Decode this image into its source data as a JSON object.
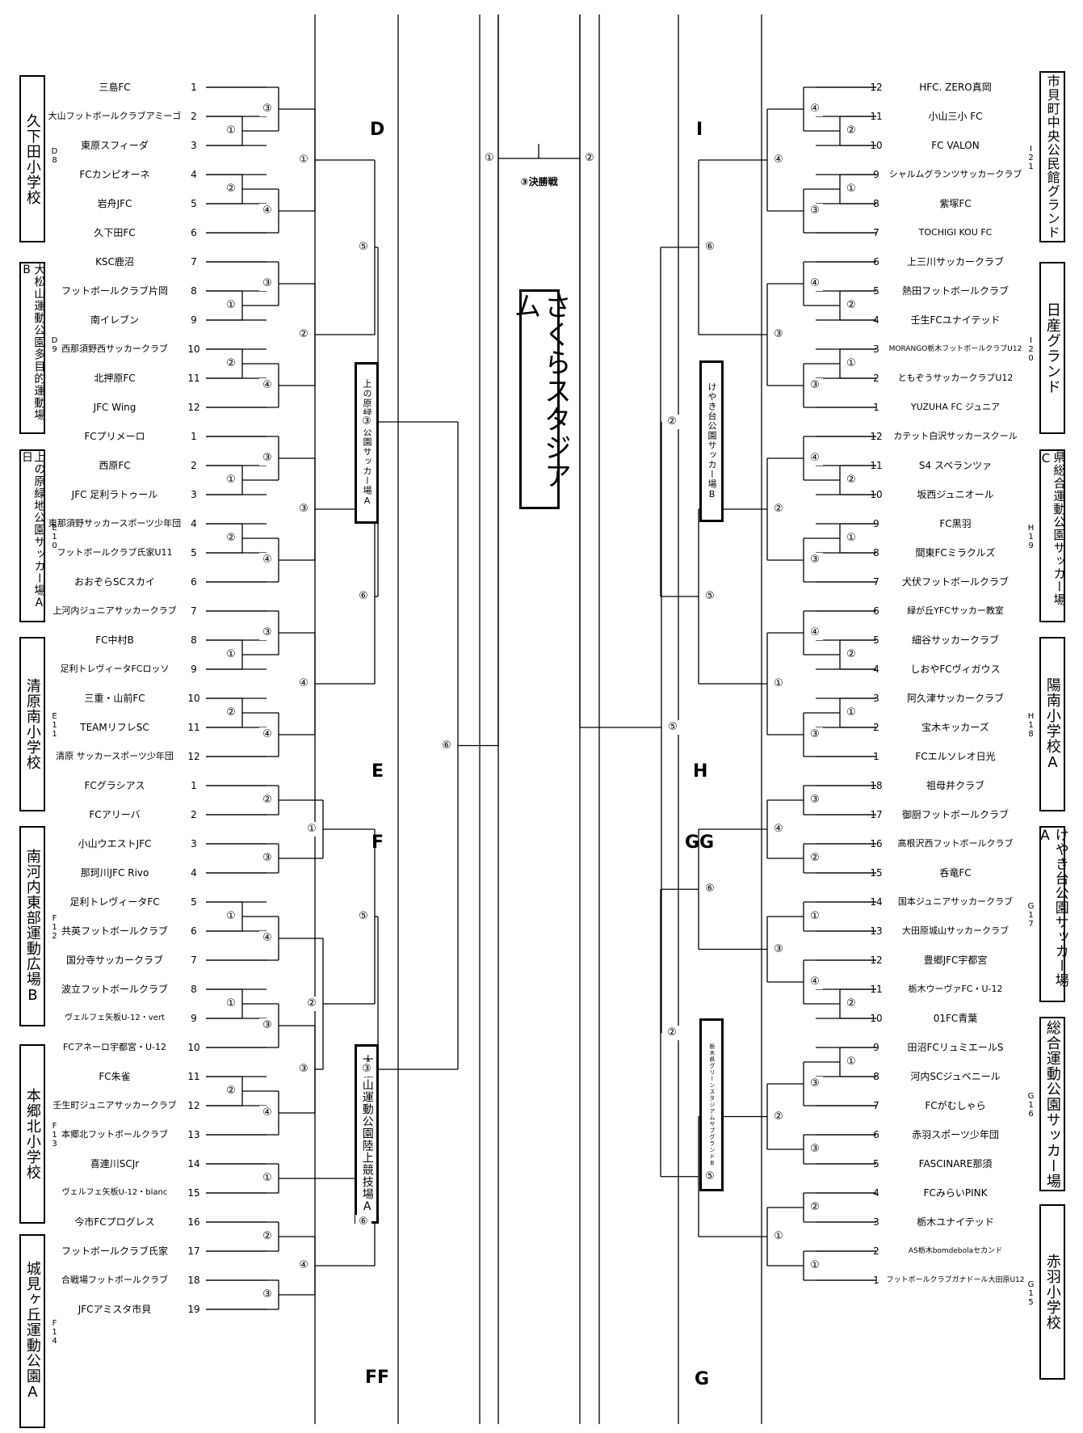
{
  "final": {
    "label": "③決勝戦",
    "left_mark": "①",
    "right_mark": "②"
  },
  "stadium": {
    "name": "さくらスタジアム"
  },
  "blocks": {
    "D": "D",
    "E": "E",
    "F": "F",
    "FF": "FF",
    "I": "I",
    "H": "H",
    "GG": "GG",
    "G": "G"
  },
  "left_venues": [
    {
      "name": "久下田小学校",
      "code": "D8"
    },
    {
      "name": "大松山運動公園多目的運動場B",
      "code": "D9"
    },
    {
      "name": "上の原緑地公園サッカー場A日",
      "code": "E10"
    },
    {
      "name": "清原南小学校",
      "code": "E11"
    },
    {
      "name": "南河内東部運動広場B",
      "code": "F12"
    },
    {
      "name": "本郷北小学校",
      "code": "F13"
    },
    {
      "name": "城見ヶ丘運動公園A",
      "code": "F14"
    }
  ],
  "right_venues": [
    {
      "name": "市貝町中央公民館グランド",
      "code": "I21"
    },
    {
      "name": "日産グランド",
      "code": "I20"
    },
    {
      "name": "県総合運動公園サッカー場C",
      "code": "H19"
    },
    {
      "name": "陽南小学校A",
      "code": "H18"
    },
    {
      "name": "けやき台公園サッカー場A",
      "code": "G17"
    },
    {
      "name": "総合運動公園サッカー場",
      "code": "G16"
    },
    {
      "name": "赤羽小学校",
      "code": "G15"
    }
  ],
  "inner_venues": {
    "d_e": "上の原緑地公園サッカー場A",
    "f": "大松山運動公園陸上競技場A",
    "i_h": "けやき台公園サッカー場B",
    "g": "栃木県グリーンスタジアムサブグランドB"
  },
  "left_teams": [
    {
      "name": "三島FC",
      "num": "1"
    },
    {
      "name": "大山フットボールクラブアミーゴ",
      "num": "2"
    },
    {
      "name": "東原スフィーダ",
      "num": "3"
    },
    {
      "name": "FCカンピオーネ",
      "num": "4"
    },
    {
      "name": "岩舟JFC",
      "num": "5"
    },
    {
      "name": "久下田FC",
      "num": "6"
    },
    {
      "name": "KSC鹿沼",
      "num": "7"
    },
    {
      "name": "フットボールクラブ片岡",
      "num": "8"
    },
    {
      "name": "南イレブン",
      "num": "9"
    },
    {
      "name": "西那須野西サッカークラブ",
      "num": "10"
    },
    {
      "name": "北押原FC",
      "num": "11"
    },
    {
      "name": "JFC Wing",
      "num": "12"
    },
    {
      "name": "FCプリメーロ",
      "num": "1"
    },
    {
      "name": "西原FC",
      "num": "2"
    },
    {
      "name": "JFC 足利ラトゥール",
      "num": "3"
    },
    {
      "name": "東那須野サッカースポーツ少年団",
      "num": "4"
    },
    {
      "name": "フットボールクラブ氏家U11",
      "num": "5"
    },
    {
      "name": "おおぞらSCスカイ",
      "num": "6"
    },
    {
      "name": "上河内ジュニアサッカークラブ",
      "num": "7"
    },
    {
      "name": "FC中村B",
      "num": "8"
    },
    {
      "name": "足利トレヴィータFCロッソ",
      "num": "9"
    },
    {
      "name": "三重・山前FC",
      "num": "10"
    },
    {
      "name": "TEAMリフレSC",
      "num": "11"
    },
    {
      "name": "清原 サッカースポーツ少年団",
      "num": "12"
    },
    {
      "name": "FCグラシアス",
      "num": "1"
    },
    {
      "name": "FCアリーバ",
      "num": "2"
    },
    {
      "name": "小山ウエストJFC",
      "num": "3"
    },
    {
      "name": "那珂川JFC Rivo",
      "num": "4"
    },
    {
      "name": "足利トレヴィータFC",
      "num": "5"
    },
    {
      "name": "共英フットボールクラブ",
      "num": "6"
    },
    {
      "name": "国分寺サッカークラブ",
      "num": "7"
    },
    {
      "name": "波立フットボールクラブ",
      "num": "8"
    },
    {
      "name": "ヴェルフェ矢板U-12・vert",
      "num": "9"
    },
    {
      "name": "FCアネーロ宇都宮・U-12",
      "num": "10"
    },
    {
      "name": "FC朱雀",
      "num": "11"
    },
    {
      "name": "壬生町ジュニアサッカークラブ",
      "num": "12"
    },
    {
      "name": "本郷北フットボールクラブ",
      "num": "13"
    },
    {
      "name": "喜連川SCJr",
      "num": "14"
    },
    {
      "name": "ヴェルフェ矢板U-12・blanc",
      "num": "15"
    },
    {
      "name": "今市FCプログレス",
      "num": "16"
    },
    {
      "name": "フットボールクラブ氏家",
      "num": "17"
    },
    {
      "name": "合戦場フットボールクラブ",
      "num": "18"
    },
    {
      "name": "JFCアミスタ市貝",
      "num": "19"
    }
  ],
  "right_teams": [
    {
      "name": "HFC. ZERO真岡",
      "num": "12"
    },
    {
      "name": "小山三小 FC",
      "num": "11"
    },
    {
      "name": "FC VALON",
      "num": "10"
    },
    {
      "name": "シャルムグランツサッカークラブ",
      "num": "9"
    },
    {
      "name": "紫塚FC",
      "num": "8"
    },
    {
      "name": "TOCHIGI KOU FC",
      "num": "7"
    },
    {
      "name": "上三川サッカークラブ",
      "num": "6"
    },
    {
      "name": "熱田フットボールクラブ",
      "num": "5"
    },
    {
      "name": "壬生FCユナイテッド",
      "num": "4"
    },
    {
      "name": "MORANGO栃木フットボールクラブU12",
      "num": "3"
    },
    {
      "name": "ともぞうサッカークラブU12",
      "num": "2"
    },
    {
      "name": "YUZUHA FC ジュニア",
      "num": "1"
    },
    {
      "name": "カテット白沢サッカースクール",
      "num": "12"
    },
    {
      "name": "S4 スペランツァ",
      "num": "11"
    },
    {
      "name": "坂西ジュニオール",
      "num": "10"
    },
    {
      "name": "FC黒羽",
      "num": "9"
    },
    {
      "name": "間東FCミラクルズ",
      "num": "8"
    },
    {
      "name": "犬伏フットボールクラブ",
      "num": "7"
    },
    {
      "name": "緑が丘YFCサッカー教室",
      "num": "6"
    },
    {
      "name": "細谷サッカークラブ",
      "num": "5"
    },
    {
      "name": "しおやFCヴィガウス",
      "num": "4"
    },
    {
      "name": "阿久津サッカークラブ",
      "num": "3"
    },
    {
      "name": "宝木キッカーズ",
      "num": "2"
    },
    {
      "name": "FCエルソレオ日光",
      "num": "1"
    },
    {
      "name": "祖母井クラブ",
      "num": "18"
    },
    {
      "name": "御厨フットボールクラブ",
      "num": "17"
    },
    {
      "name": "高根沢西フットボールクラブ",
      "num": "16"
    },
    {
      "name": "呑竜FC",
      "num": "15"
    },
    {
      "name": "国本ジュニアサッカークラブ",
      "num": "14"
    },
    {
      "name": "大田原城山サッカークラブ",
      "num": "13"
    },
    {
      "name": "豊郷JFC宇都宮",
      "num": "12"
    },
    {
      "name": "栃木ウーヴァFC・U-12",
      "num": "11"
    },
    {
      "name": "01FC青葉",
      "num": "10"
    },
    {
      "name": "田沼FCリュミエールS",
      "num": "9"
    },
    {
      "name": "河内SCジュベニール",
      "num": "8"
    },
    {
      "name": "FCがむしゃら",
      "num": "7"
    },
    {
      "name": "赤羽スポーツ少年団",
      "num": "6"
    },
    {
      "name": "FASCINARE那須",
      "num": "5"
    },
    {
      "name": "FCみらいPINK",
      "num": "4"
    },
    {
      "name": "栃木ユナイテッド",
      "num": "3"
    },
    {
      "name": "AS栃木bomdebolaセカンド",
      "num": "2"
    },
    {
      "name": "フットボールクラブガナドール大田原U12",
      "num": "1"
    }
  ]
}
